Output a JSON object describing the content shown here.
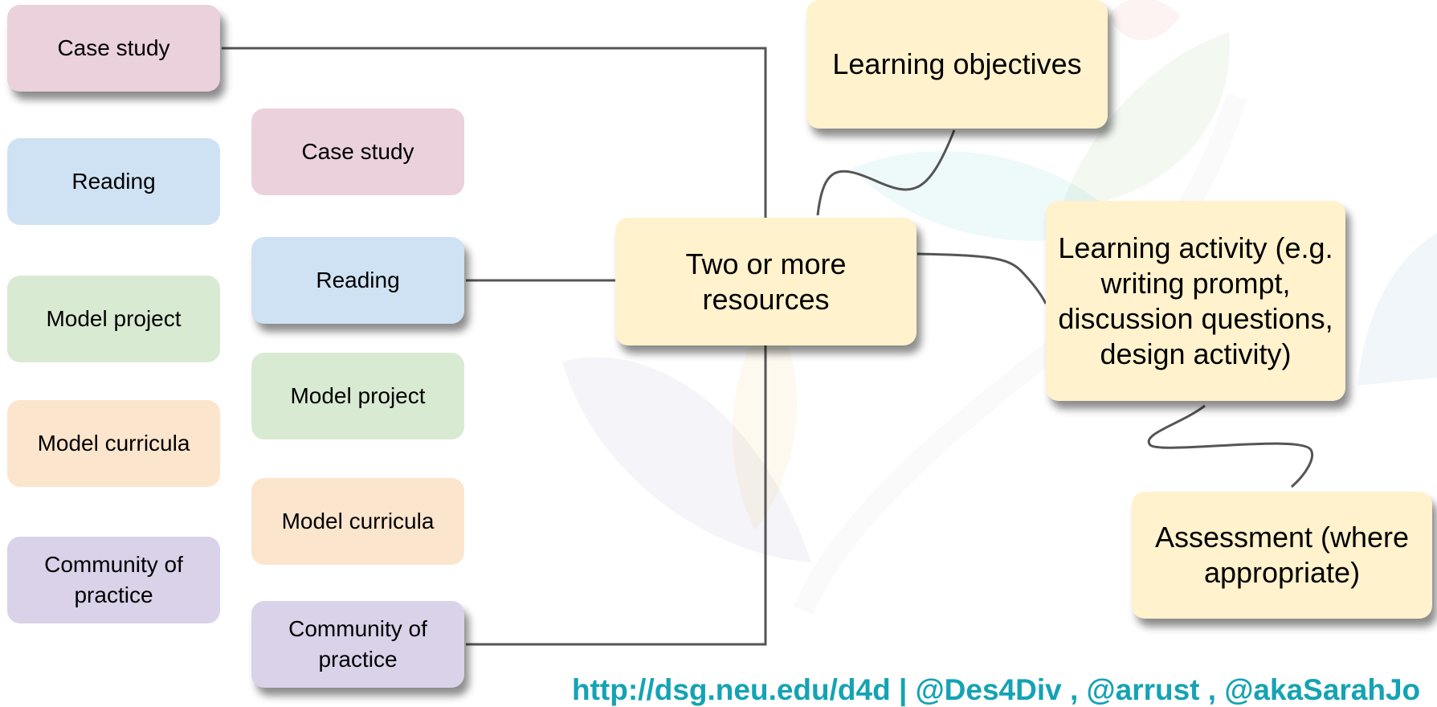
{
  "column_left": [
    {
      "label": "Case study",
      "color": "#ead1dc"
    },
    {
      "label": "Reading",
      "color": "#cfe2f3"
    },
    {
      "label": "Model project",
      "color": "#d9ead3"
    },
    {
      "label": "Model curricula",
      "color": "#fce5cd"
    },
    {
      "label": "Community of practice",
      "color": "#d9d2e9"
    }
  ],
  "column_middle": [
    {
      "label": "Case study",
      "color": "#ead1dc"
    },
    {
      "label": "Reading",
      "color": "#cfe2f3"
    },
    {
      "label": "Model project",
      "color": "#d9ead3"
    },
    {
      "label": "Model curricula",
      "color": "#fce5cd"
    },
    {
      "label": "Community of practice",
      "color": "#d9d2e9"
    }
  ],
  "center": {
    "label": "Two or more resources",
    "color": "#fff2cc"
  },
  "right": {
    "learning_objectives": "Learning objectives",
    "learning_activity": "Learning activity (e.g. writing prompt, discussion questions, design activity)",
    "assessment": "Assessment (where appropriate)"
  },
  "footer": {
    "text": "http://dsg.neu.edu/d4d | @Des4Div , @arrust , @akaSarahJo",
    "color": "#14a3b4"
  }
}
